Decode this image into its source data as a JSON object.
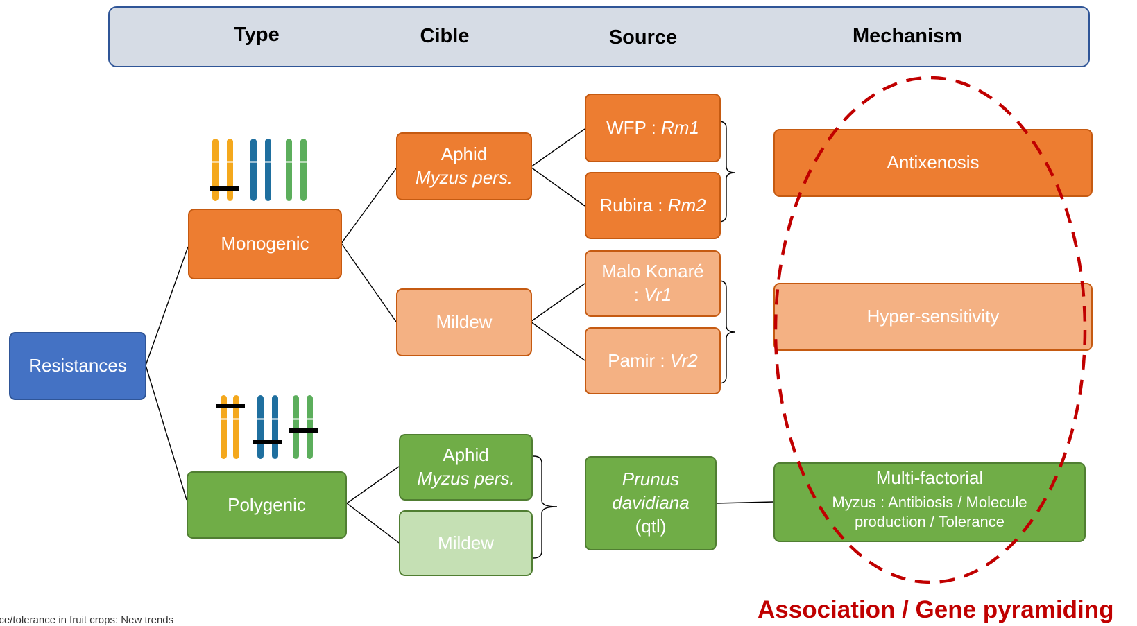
{
  "header": {
    "type": "Type",
    "cible": "Cible",
    "source": "Source",
    "mechanism": "Mechanism"
  },
  "root": "Resistances",
  "types": {
    "monogenic": "Monogenic",
    "polygenic": "Polygenic"
  },
  "targets": {
    "aphid_mono": {
      "name": "Aphid",
      "species": "Myzus pers."
    },
    "mildew_mono": "Mildew",
    "aphid_poly": {
      "name": "Aphid",
      "species": "Myzus pers."
    },
    "mildew_poly": "Mildew"
  },
  "sources": {
    "wfp": {
      "name": "WFP : ",
      "gene": "Rm1"
    },
    "rubira": {
      "name": "Rubira : ",
      "gene": "Rm2"
    },
    "malo": {
      "name": "Malo Konaré",
      "sep": ": ",
      "gene": "Vr1"
    },
    "pamir": {
      "name": "Pamir : ",
      "gene": "Vr2"
    },
    "prunus": {
      "species": "Prunus davidiana",
      "suffix": "(qtl)"
    }
  },
  "mechanisms": {
    "antixenosis": "Antixenosis",
    "hypersensitivity": "Hyper-sensitivity",
    "multifactorial": "Multi-factorial",
    "multifactorial_detail": "Myzus : Antibiosis / Molecule production / Tolerance"
  },
  "association": "Association / Gene pyramiding",
  "footnote": "Resistance/tolerance in fruit crops: New trends",
  "colors": {
    "orange": "#ed7d31",
    "light_orange": "#f4b183",
    "green": "#70ad47",
    "light_green": "#c5e0b4",
    "blue": "#4472c4",
    "header_bg": "#d6dce5",
    "ellipse_red": "#c00000"
  }
}
